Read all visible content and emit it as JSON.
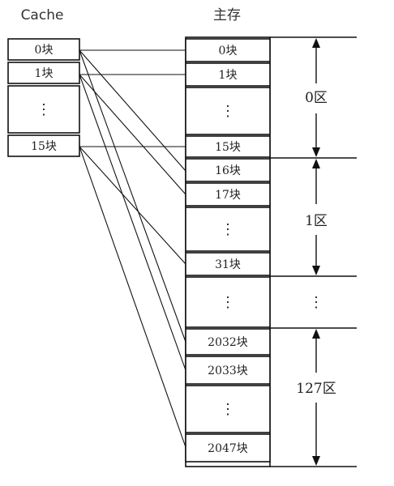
{
  "cache": {
    "title": "Cache",
    "blocks": [
      "0块",
      "1块",
      "⋮",
      "15块"
    ]
  },
  "memory": {
    "title": "主存",
    "blocks": [
      "0块",
      "1块",
      "⋮",
      "15块",
      "16块",
      "17块",
      "⋮",
      "31块",
      "⋮",
      "2032块",
      "2033块",
      "⋮",
      "2047块"
    ]
  },
  "zones": [
    "0区",
    "1区",
    "⋮",
    "127区"
  ]
}
